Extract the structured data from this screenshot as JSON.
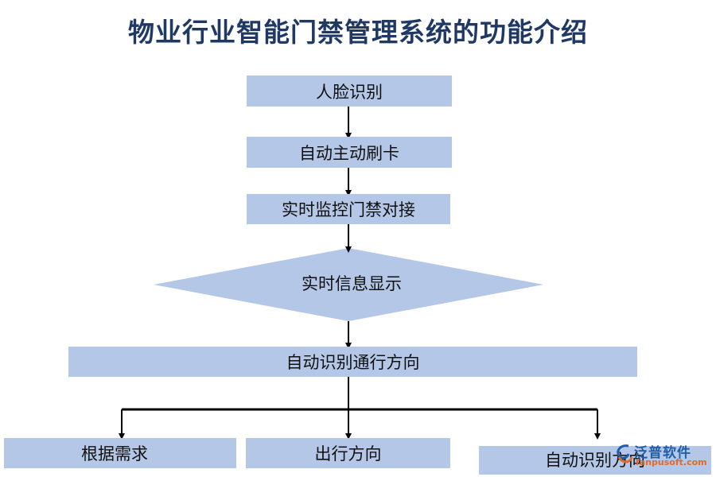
{
  "title": "物业行业智能门禁管理系统的功能介绍",
  "nodes": {
    "face_recognition": "人脸识别",
    "auto_card": "自动主动刷卡",
    "monitor_door": "实时监控门禁对接",
    "info_display": "实时信息显示",
    "auto_direction": "自动识别通行方向",
    "on_demand": "根据需求",
    "exit_direction": "出行方向",
    "auto_direction_2": "自动识别方向"
  },
  "logo": {
    "name": "泛普软件",
    "url": "fanpusoft.com"
  },
  "colors": {
    "box_fill": "#b4c7e7",
    "title": "#1f3864",
    "arrow": "#000000"
  }
}
